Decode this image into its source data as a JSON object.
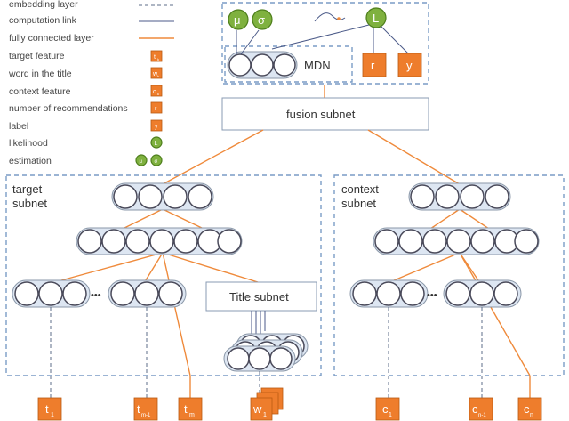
{
  "legend": {
    "embedding_layer": "embedding layer",
    "computation_link": "computation link",
    "fully_connected_layer": "fully connected layer",
    "target_feature": "target feature",
    "word_in_title": "word in the title",
    "context_feature": "context feature",
    "num_recommendations": "number of recommendations",
    "label": "label",
    "likelihood": "likelihood",
    "estimation": "estimation"
  },
  "legend_symbols": {
    "target_feature": "t",
    "target_feature_sub": "k",
    "word": "w",
    "word_sub": "k",
    "context": "c",
    "context_sub": "k",
    "recommendations": "r",
    "label": "y",
    "likelihood": "L",
    "estimation_mu": "μ",
    "estimation_sigma": "σ"
  },
  "top": {
    "mu": "μ",
    "sigma": "σ",
    "L": "L",
    "mdn": "MDN",
    "r": "r",
    "y": "y"
  },
  "fusion": "fusion subnet",
  "target": {
    "line1": "target",
    "line2": "subnet"
  },
  "context": {
    "line1": "context",
    "line2": "subnet"
  },
  "title_subnet": "Title subnet",
  "ellipsis": "•••",
  "inputs": {
    "t1": "t",
    "t1_sub": "1",
    "tm1": "t",
    "tm1_sub": "m-1",
    "tm": "t",
    "tm_sub": "m",
    "w1": "w",
    "w1_sub": "1",
    "c1": "c",
    "c1_sub": "1",
    "cn1": "c",
    "cn1_sub": "n-1",
    "cn": "c",
    "cn_sub": "n"
  },
  "colors": {
    "orange": "#ee7d2c",
    "green": "#7fb13f",
    "dash_blue": "#7a9cc6",
    "block_fill": "#dde6f2"
  }
}
